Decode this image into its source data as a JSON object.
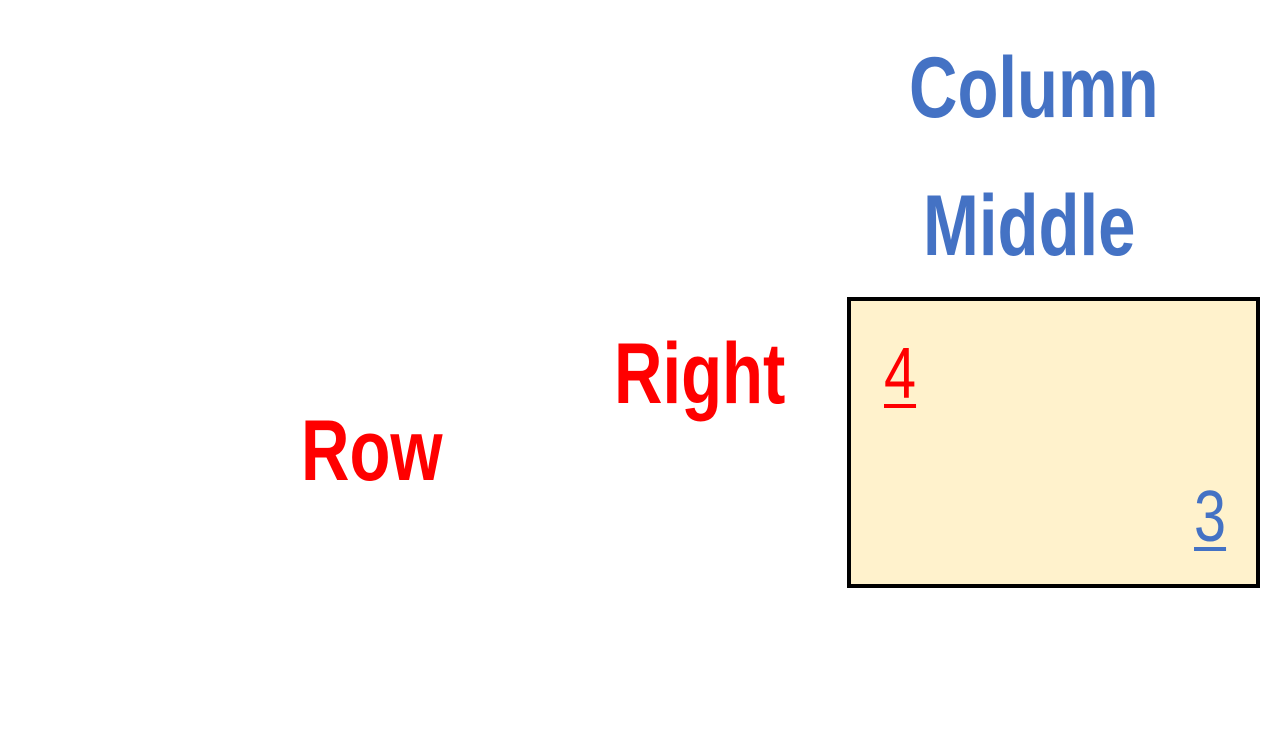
{
  "column": {
    "label": "Column",
    "value": "Middle",
    "color": "#4472C4"
  },
  "row": {
    "label": "Row",
    "value": "Right",
    "color": "#FF0000"
  },
  "cell": {
    "row_number": "4",
    "column_number": "3",
    "fill_color": "#FFF2CC",
    "border_color": "#000000"
  }
}
